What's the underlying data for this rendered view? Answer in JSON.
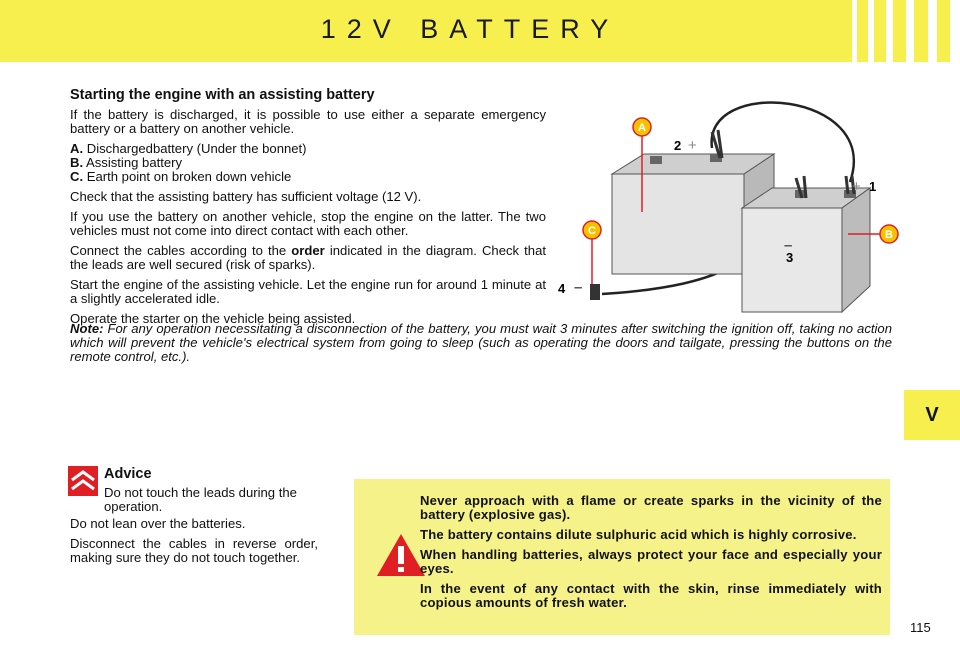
{
  "header": {
    "title": "12V BATTERY"
  },
  "section_tab": "V",
  "main": {
    "heading": "Starting the engine with an assisting battery",
    "intro": "If the battery is discharged, it is possible to use either a separate emergency battery or a battery on another vehicle.",
    "items": [
      {
        "letter": "A.",
        "text": "Dischargedbattery (Under the bonnet)"
      },
      {
        "letter": "B.",
        "text": "Assisting battery"
      },
      {
        "letter": "C.",
        "text": "Earth point on broken down vehicle"
      }
    ],
    "para_check": "Check that the assisting battery has sufficient voltage (12 V).",
    "para_other_vehicle": "If you use the battery on another vehicle, stop the engine on the latter. The two vehicles must not come into direct contact with each other.",
    "para_connect_pre": "Connect the cables according to the",
    "para_connect_bold": "order",
    "para_connect_post": "indicated in the diagram. Check that the leads are well secured (risk of sparks).",
    "para_start": "Start the engine of the assisting vehicle. Let the engine run for around 1 minute at a slightly accelerated idle.",
    "para_operate": "Operate the starter on the vehicle being assisted.",
    "note_label": "Note:",
    "note_text": "For any operation necessitating a disconnection of the battery, you must wait 3 minutes after switching the ignition off, taking no action which will prevent the vehicle's electrical system from going to sleep (such as operating the doors and tailgate, pressing the buttons on the remote control, etc.)."
  },
  "diagram": {
    "labels": {
      "a": "A",
      "b": "B",
      "c": "C",
      "n1": "1",
      "n2": "2",
      "n3": "3",
      "n4": "4",
      "plus": "+",
      "minus": "–"
    },
    "colors": {
      "callout": "#e01f24",
      "callout_fill": "#f5c200"
    }
  },
  "advice": {
    "title": "Advice",
    "line1": "Do not touch the leads during the operation.",
    "line2": "Do not lean over the batteries.",
    "line3": "Disconnect the cables in reverse order, making sure they do not touch together."
  },
  "warning": {
    "lines": [
      "Never approach with a flame or create sparks in the vicinity of the battery (explosive gas).",
      "The battery contains dilute sulphuric acid which is highly corrosive.",
      "When handling batteries, always protect your face and especially your eyes.",
      "In the event of any contact with the skin, rinse immediately with copious amounts of fresh water."
    ]
  },
  "page_number": "115",
  "colors": {
    "accent": "#f6ef4e",
    "warning_bg": "#f6f28a",
    "warning_red": "#e01f24"
  }
}
